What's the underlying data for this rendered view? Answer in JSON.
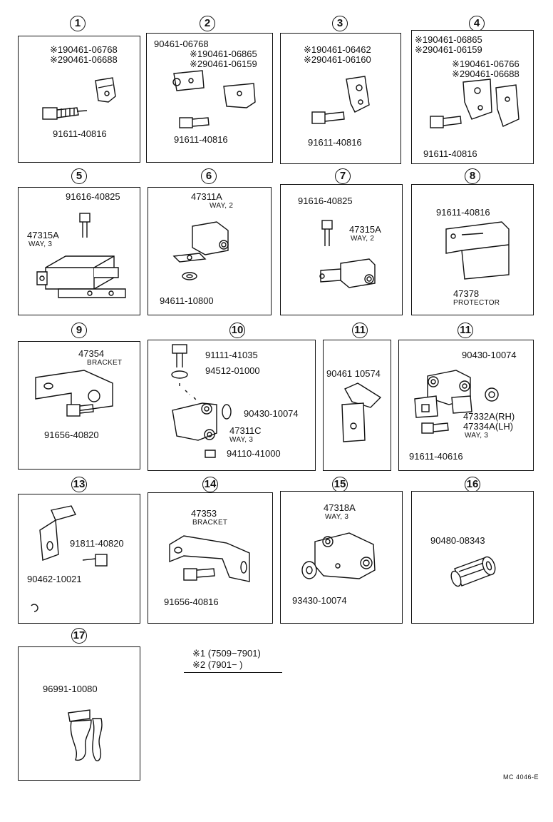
{
  "panels": [
    {
      "num": "1",
      "labels": [
        "※190461-06768",
        "※290461-06688",
        "91611-40816"
      ],
      "sub": []
    },
    {
      "num": "2",
      "labels": [
        "90461-06768",
        "※190461-06865",
        "※290461-06159",
        "91611-40816"
      ],
      "sub": []
    },
    {
      "num": "3",
      "labels": [
        "※190461-06462",
        "※290461-06160",
        "91611-40816"
      ],
      "sub": []
    },
    {
      "num": "4",
      "labels": [
        "※190461-06865",
        "※290461-06159",
        "※190461-06766",
        "※290461-06688",
        "91611-40816"
      ],
      "sub": []
    },
    {
      "num": "5",
      "labels": [
        "91616-40825",
        "47315A"
      ],
      "sub": [
        "WAY, 3"
      ]
    },
    {
      "num": "6",
      "labels": [
        "47311A",
        "94611-10800"
      ],
      "sub": [
        "WAY, 2"
      ]
    },
    {
      "num": "7",
      "labels": [
        "91616-40825",
        "47315A"
      ],
      "sub": [
        "WAY, 2"
      ]
    },
    {
      "num": "8",
      "labels": [
        "91611-40816",
        "47378"
      ],
      "sub": [
        "PROTECTOR"
      ]
    },
    {
      "num": "9",
      "labels": [
        "47354",
        "91656-40820"
      ],
      "sub": [
        "BRACKET"
      ]
    },
    {
      "num": "10",
      "labels": [
        "91111-41035",
        "94512-01000",
        "90430-10074",
        "47311C",
        "94110-41000"
      ],
      "sub": [
        "WAY, 3"
      ]
    },
    {
      "num": "11",
      "labels": [
        "90461 10574"
      ],
      "sub": []
    },
    {
      "num": "11",
      "labels": [
        "90430-10074",
        "47332A(RH)",
        "47334A(LH)",
        "91611-40616"
      ],
      "sub": [
        "WAY, 3"
      ]
    },
    {
      "num": "13",
      "labels": [
        "91811-40820",
        "90462-10021"
      ],
      "sub": []
    },
    {
      "num": "14",
      "labels": [
        "47353",
        "91656-40816"
      ],
      "sub": [
        "BRACKET"
      ]
    },
    {
      "num": "15",
      "labels": [
        "47318A",
        "93430-10074"
      ],
      "sub": [
        "WAY, 3"
      ]
    },
    {
      "num": "16",
      "labels": [
        "90480-08343"
      ],
      "sub": []
    },
    {
      "num": "17",
      "labels": [
        "96991-10080"
      ],
      "sub": []
    }
  ],
  "legend": {
    "line1": "※1 (7509−7901)",
    "line2": "※2 (7901−        )"
  },
  "footer": "MC 4046-E"
}
